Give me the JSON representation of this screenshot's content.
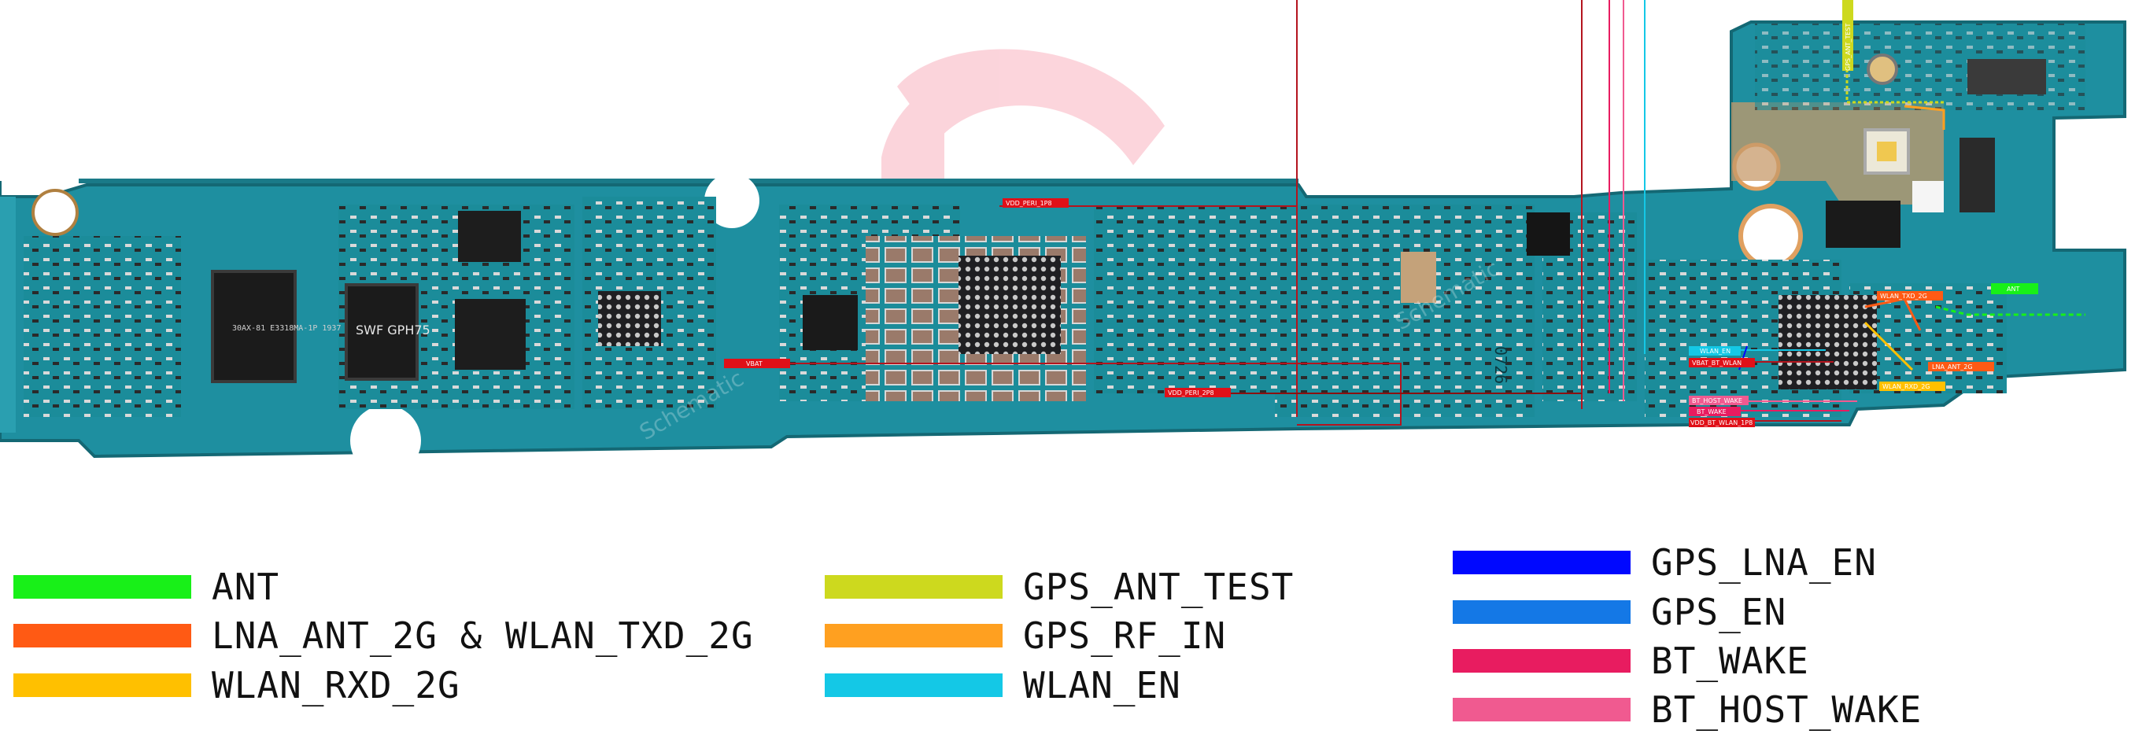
{
  "board": {
    "watermark_text": "Schematic",
    "pcb_tags": {
      "vdd_peri_1p8_top": "VDD_PERI_1P8",
      "vbat_left": "VBAT",
      "vdd_peri_2p8": "VDD_PERI_2P8",
      "wlan_en": "WLAN_EN",
      "vbat_bt_wlan": "VBAT_BT_WLAN",
      "bt_host_wake": "BT_HOST_WAKE",
      "bt_wake": "BT_WAKE",
      "vdd_bt_wlan_1p8": "VDD_BT_WLAN_1P8",
      "wlan_txd_2g": "WLAN_TXD_2G",
      "ant": "ANT",
      "lna_ant_2g": "LNA_ANT_2G",
      "wlan_rxd_2g": "WLAN_RXD_2G",
      "gps_ant_test": "GPS_ANT_TEST"
    },
    "chip_marks": {
      "pm_chip": "SWF GPH75",
      "rf_chip": "30AX-81 E3318MA-1P 1937 NH",
      "board_code": "0726"
    }
  },
  "legend": {
    "column1": [
      {
        "label": "ANT",
        "color": "#18f018"
      },
      {
        "label": "LNA_ANT_2G & WLAN_TXD_2G",
        "color": "#ff5a14"
      },
      {
        "label": "WLAN_RXD_2G",
        "color": "#ffc000"
      }
    ],
    "column2": [
      {
        "label": "GPS_ANT_TEST",
        "color": "#cdd91e"
      },
      {
        "label": "GPS_RF_IN",
        "color": "#ffa020"
      },
      {
        "label": "WLAN_EN",
        "color": "#14c8e6"
      }
    ],
    "column3": [
      {
        "label": "GPS_LNA_EN",
        "color": "#0008ff"
      },
      {
        "label": "GPS_EN",
        "color": "#1478e6"
      },
      {
        "label": "BT_WAKE",
        "color": "#e81c60"
      },
      {
        "label": "BT_HOST_WAKE",
        "color": "#f05a90"
      }
    ]
  }
}
